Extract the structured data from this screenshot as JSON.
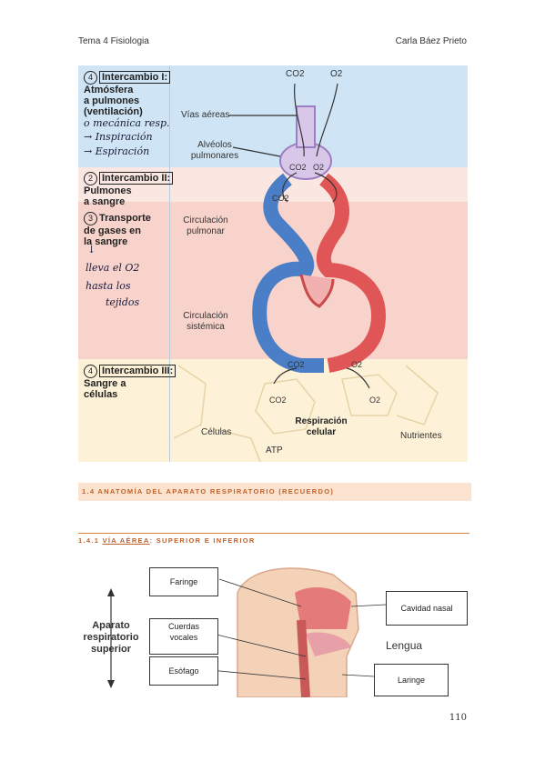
{
  "header": {
    "left": "Tema 4 Fisiologia",
    "right": "Carla Báez Prieto"
  },
  "figure1": {
    "band1": {
      "num": "4",
      "title": "Intercambio I:",
      "subtitle": [
        "Atmósfera",
        "a pulmones",
        "(ventilación)"
      ],
      "notes": [
        "o mecánica resp.",
        "→ Inspiración",
        "→ Espiración"
      ]
    },
    "band2": {
      "num": "2",
      "title": "Intercambio II:",
      "subtitle": [
        "Pulmones",
        "a sangre"
      ]
    },
    "band3": {
      "num": "3",
      "title": "Transporte",
      "subtitle": [
        "de gases en",
        "la sangre"
      ],
      "notes": [
        "↓",
        "lleva el O2",
        "hasta los",
        "tejidos"
      ]
    },
    "band4": {
      "num": "4",
      "title": "Intercambio III:",
      "subtitle": [
        "Sangre a",
        "células"
      ]
    },
    "labels": {
      "co2": "CO2",
      "o2": "O2",
      "vias": "Vías aéreas",
      "alveolos1": "Alvéolos",
      "alveolos2": "pulmonares",
      "circ_pulm1": "Circulación",
      "circ_pulm2": "pulmonar",
      "circ_sist1": "Circulación",
      "circ_sist2": "sistémica",
      "celulas": "Células",
      "resp1": "Respiración",
      "resp2": "celular",
      "nutrientes": "Nutrientes",
      "atp": "ATP"
    }
  },
  "section": {
    "title": "1.4 ANATOMÍA DEL APARATO RESPIRATORIO (RECUERDO)"
  },
  "subsection": {
    "number": "1.4.1 ",
    "link": "VÍA AÉREA",
    "rest": ": SUPERIOR E INFERIOR"
  },
  "figure2": {
    "side_label": [
      "Aparato",
      "respiratorio",
      "superior"
    ],
    "boxes": {
      "faringe": "Faringe",
      "cuerdas1": "Cuerdas",
      "cuerdas2": "vocales",
      "esofago": "Esófago",
      "cavidad": "Cavidad nasal",
      "laringe": "Laringe"
    },
    "lengua": "Lengua"
  },
  "page_number": "110",
  "colors": {
    "sky": "#cfe4f4",
    "pink": "#f9d8d3",
    "cream": "#fdf1d7",
    "vein": "#4a7fc7",
    "artery": "#e05555"
  }
}
